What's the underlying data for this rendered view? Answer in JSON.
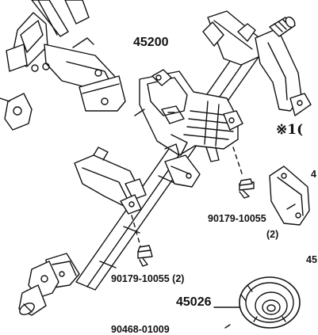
{
  "labels": {
    "column": "45200",
    "bolt_left": "90179-10055 (2)",
    "bolt_right_part": "90179-10055",
    "bolt_right_qty": "(2)",
    "pulley": "45026",
    "note_marker": "※1(",
    "edge_right_mid": "4",
    "edge_right_lower": "45",
    "edge_bottom": "90468-01009"
  },
  "colors": {
    "ink": "#111111",
    "paper": "#ffffff"
  }
}
